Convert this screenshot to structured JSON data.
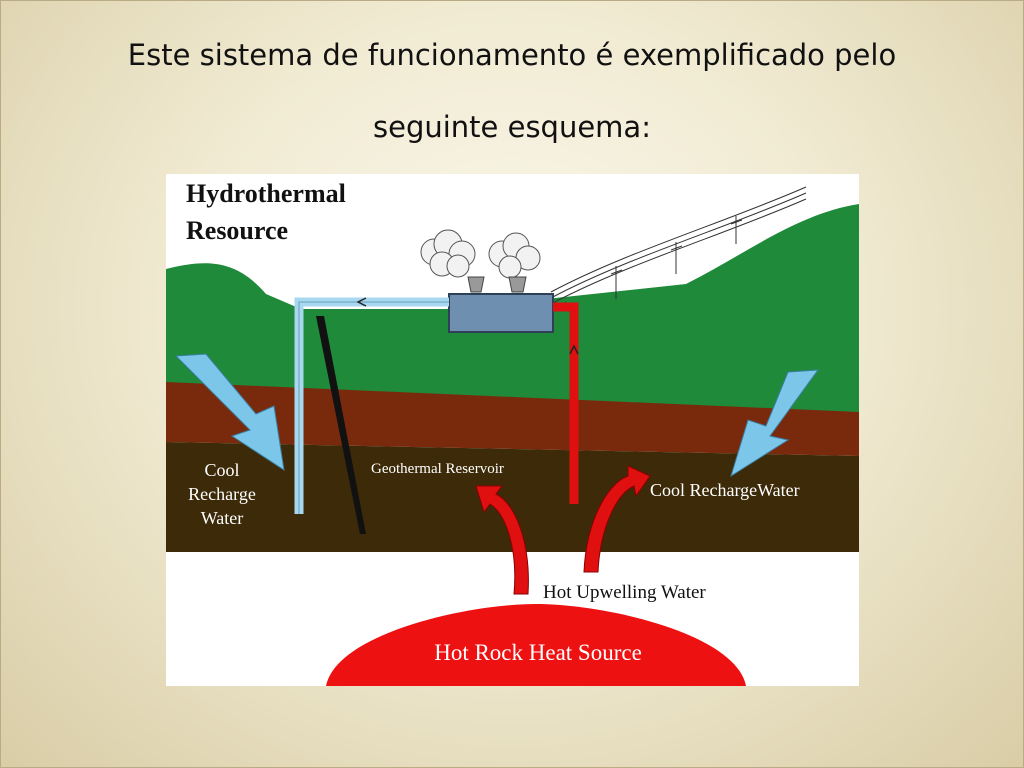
{
  "slide": {
    "title_line1": "Este sistema de funcionamento é exemplificado pelo",
    "title_line2": "seguinte esquema:"
  },
  "diagram": {
    "heading_line1": "Hydrothermal",
    "heading_line2": "Resource",
    "label_cool_recharge_left": [
      "Cool",
      "Recharge",
      "Water"
    ],
    "label_geothermal_reservoir": "Geothermal Reservoir",
    "label_cool_recharge_right": "Cool RechargeWater",
    "label_hot_upwelling": "Hot Upwelling Water",
    "label_heat_source": "Hot Rock Heat Source",
    "colors": {
      "grass": "#1e8a3a",
      "soil_upper": "#7a2a0c",
      "soil_lower": "#3d2a08",
      "hot_pipe": "#e01010",
      "cold_pipe": "#a8d8f0",
      "plant": "#6f8fb0",
      "heat_source": "#ee1111",
      "recharge_arrow": "#7cc6ea"
    },
    "icons": [
      "steam-cloud-icon",
      "power-line-icon",
      "recharge-arrow-icon",
      "upwelling-arrow-icon"
    ]
  }
}
